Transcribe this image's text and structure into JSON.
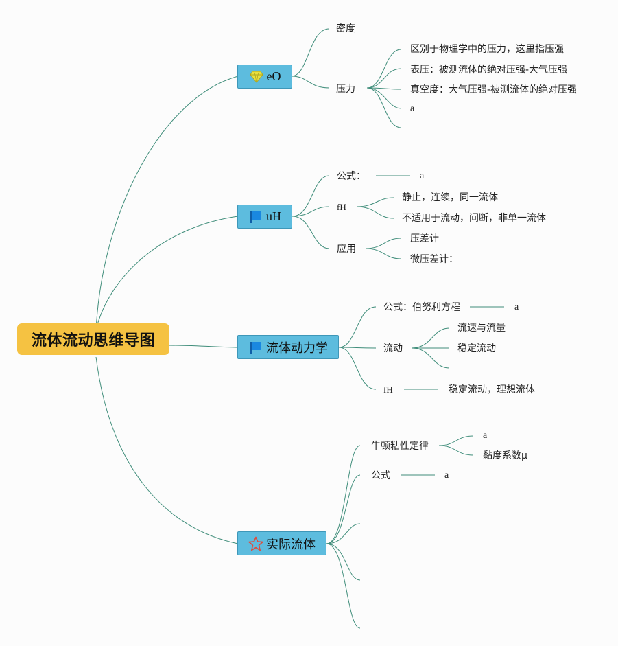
{
  "root": {
    "title": "流体流动思维导图"
  },
  "branches": [
    {
      "label": "eO",
      "icon": "diamond-icon",
      "children": [
        {
          "label": "密度"
        },
        {
          "label": "压力",
          "children": [
            "区别于物理学中的压力，这里指压强",
            "表压：被测流体的绝对压强-大气压强",
            "真空度：大气压强-被测流体的绝对压强",
            "a",
            ""
          ]
        }
      ]
    },
    {
      "label": "uH",
      "icon": "flag-icon",
      "children": [
        {
          "label": "公式：",
          "child": "a"
        },
        {
          "label": "fH",
          "children": [
            "静止，连续，同一流体",
            "不适用于流动，间断，非单一流体"
          ]
        },
        {
          "label": "应用",
          "children": [
            "压差计",
            "微压差计："
          ]
        }
      ]
    },
    {
      "label": "流体动力学",
      "icon": "flag-icon",
      "children": [
        {
          "label": "公式：伯努利方程",
          "child": "a"
        },
        {
          "label": "流动",
          "children": [
            "流速与流量",
            "稳定流动",
            ""
          ]
        },
        {
          "label": "fH",
          "child": "稳定流动，理想流体"
        }
      ]
    },
    {
      "label": "实际流体",
      "icon": "star-icon",
      "children": [
        {
          "label": "牛顿粘性定律",
          "children": [
            "a",
            "黏度系数μ"
          ]
        },
        {
          "label": "公式",
          "child": "a"
        },
        {
          "label": ""
        },
        {
          "label": ""
        },
        {
          "label": ""
        }
      ]
    }
  ],
  "colors": {
    "root_fill": "#f5c242",
    "node_fill": "#5dbcde",
    "connector": "#3f8d7a",
    "diamond": "#e8e040",
    "flag": "#1a88e0",
    "star": "#e04a3a"
  }
}
